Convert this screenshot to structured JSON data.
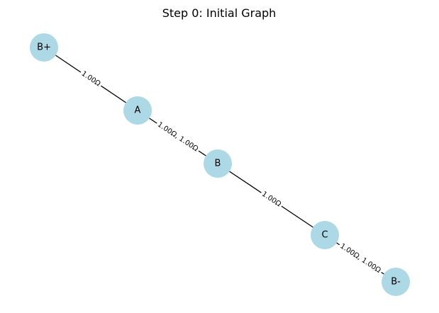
{
  "title": "Step 0: Initial Graph",
  "colors": {
    "node_fill": "#add8e6",
    "edge_stroke": "#000000",
    "label_bg": "#ffffff"
  },
  "nodes": [
    {
      "id": "B+",
      "label": "B+"
    },
    {
      "id": "A",
      "label": "A"
    },
    {
      "id": "B",
      "label": "B"
    },
    {
      "id": "C",
      "label": "C"
    },
    {
      "id": "B-",
      "label": "B-"
    }
  ],
  "edges": [
    {
      "from": "B+",
      "to": "A",
      "label": "1.00Ω"
    },
    {
      "from": "A",
      "to": "B",
      "label": "1.00Ω, 1.00Ω"
    },
    {
      "from": "B",
      "to": "C",
      "label": "1.00Ω"
    },
    {
      "from": "C",
      "to": "B-",
      "label": "1.00Ω, 1.00Ω"
    }
  ]
}
